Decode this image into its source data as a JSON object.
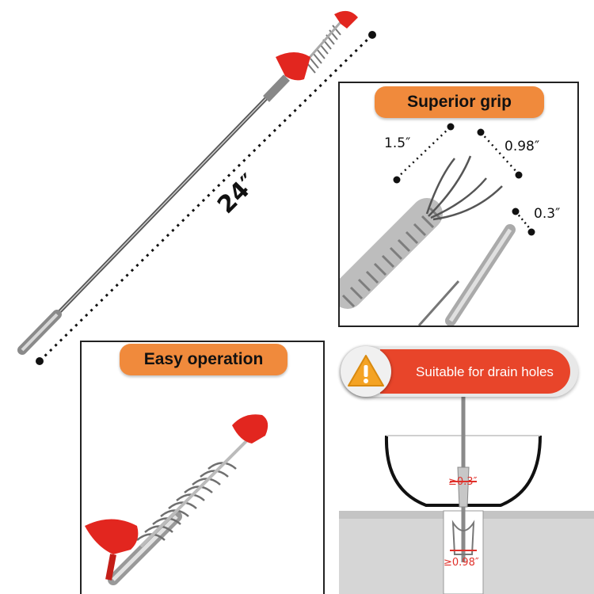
{
  "length_label": "24″",
  "panels": {
    "grip": {
      "title": "Superior grip",
      "dim_a": "1.5″",
      "dim_b": "0.98″",
      "dim_c": "0.3″"
    },
    "operation": {
      "title": "Easy operation"
    },
    "drain": {
      "banner": "Suitable for drain holes",
      "min_top": "≥0.3″",
      "min_bottom": "≥0.98″"
    }
  },
  "colors": {
    "accent_orange": "#f08a3c",
    "tool_red": "#e2261f",
    "banner_red": "#e8452a",
    "steel": "#9a9a9a"
  },
  "icons": {
    "warning": "warning-triangle-icon"
  }
}
